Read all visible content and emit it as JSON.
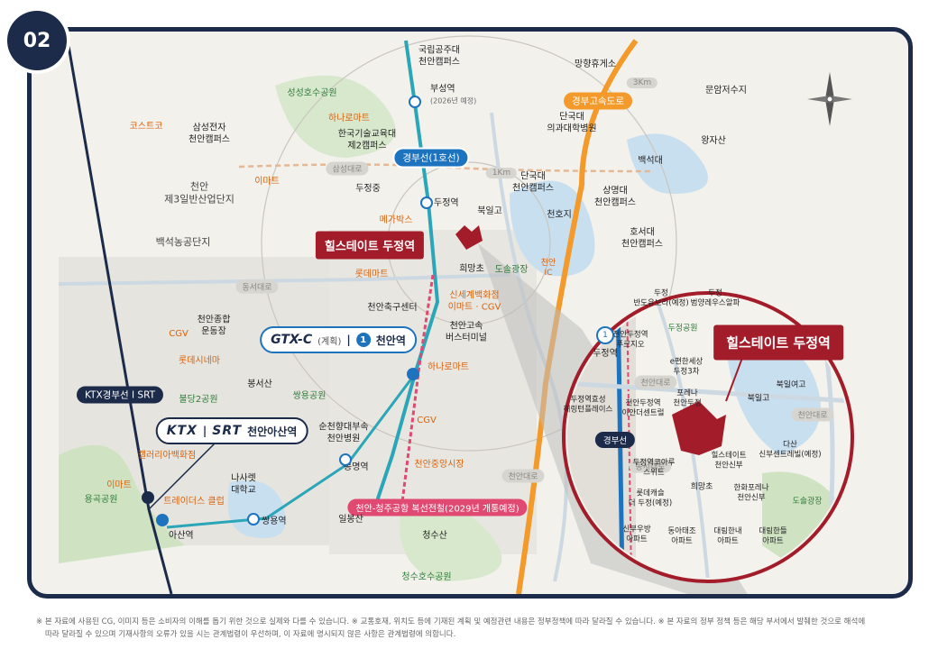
{
  "page_number": "02",
  "callouts": {
    "main": "힐스테이트 두정역",
    "inset": "힐스테이트 두정역"
  },
  "gtx": {
    "logo": "GTX-C",
    "planned": "(계획)",
    "line_num": "1",
    "station": "천안역"
  },
  "ktx": {
    "logo": "KTX",
    "srt": "SRT",
    "station": "천안아산역"
  },
  "pills": {
    "gyeongbu_line": "경부선(1호선)",
    "ktx_srt": "KTX경부선 I SRT",
    "expressway": "경부고속도로",
    "north_line": "천안-청주공항 복선전철(2029년 개통예정)",
    "inset_gyeongbu": "경부선"
  },
  "road_labels": [
    "삼성대로",
    "동서대로",
    "천안대로",
    "천안대로",
    "동서대로",
    "천안대로",
    "3Km",
    "1Km"
  ],
  "stations": {
    "buseong": "부성역",
    "buseong_note": "(2026년 예정)",
    "dujeong": "두정역",
    "bongmyeong": "봉명역",
    "ssangyong": "쌍용역",
    "asan": "아산역",
    "cheonan_ic": "천안\nIC",
    "inset_dujeong": "두정역",
    "inset_num": "1"
  },
  "places": {
    "national_univ": "국립공주대\n천안캠퍼스",
    "seongseong_park": "성성호수공원",
    "hanaro1": "하나로마트",
    "samsung": "삼성전자\n천안캠퍼스",
    "korea_tech": "한국기술교육대\n제2캠퍼스",
    "costco": "코스트코",
    "emart1": "이마트",
    "industrial": "천안\n제3일반산업단지",
    "baekseok_ind": "백석농공단지",
    "dujeong_middle": "두정중",
    "megabox": "메가박스",
    "lotte_mart": "롯데마트",
    "bukilgo": "북일고",
    "huimangcho": "희망초",
    "doseol_park": "도솔광장",
    "mangyang": "망향휴게소",
    "munam": "문암저수지",
    "wangjasan": "왕자산",
    "dankook_hospital": "단국대\n의과대학병원",
    "baekseok_univ": "백석대",
    "dankook_campus": "단국대\n천안캠퍼스",
    "sangmyung": "상명대\n천안캠퍼스",
    "cheonho": "천호지",
    "hoseo": "호서대\n천안캠퍼스",
    "shinsegae": "신세계백화점\n이마트 · CGV",
    "terminal": "천안고속\n버스터미널",
    "festival": "천안축구센터",
    "stadium": "천안종합\n운동장",
    "cgv1": "CGV",
    "lotte_cinema": "롯데시네마",
    "bultang_park": "불당2공원",
    "bongseosan": "봉서산",
    "ssangyong_park": "쌍용공원",
    "hanaro2": "하나로마트",
    "cgv2": "CGV",
    "soonchunhyang": "순천향대부속\n천안병원",
    "galleria": "갤러리아백화점",
    "emart2": "이마트",
    "yonggok": "용곡공원",
    "traders": "트레이더스 클럽",
    "nazarene": "나사렛\n대학교",
    "central_market": "천안중앙시장",
    "ilbongsan": "일봉산",
    "cheongsusan": "청수산",
    "cheongsu_park": "청수호수공원"
  },
  "inset_places": {
    "park": "두정공원",
    "bandibus": "두정\n반도유보라(예정)",
    "raemian": "두정\n범양레우스알파",
    "station_prugio": "천안두정역\n푸르지오",
    "pyeonhan": "e편한세상\n두정3차",
    "bukil_girls": "북일여고",
    "bukilgo": "북일고",
    "hyosung": "두정역효성\n해링턴플레이스",
    "idecentrum": "천안두정역\n이안더센트럴",
    "forena": "포레나\n천안두정",
    "hillstate_sinbu": "힐스테이트\n천안신부",
    "dasan": "다산\n신부센트레빌(예정)",
    "korea_sweet": "두정역코아루\n스위트",
    "lotte_castle": "롯데캐슬\n더 두정(예정)",
    "huimangcho": "희망초",
    "hanwha": "한화포레나\n천안신부",
    "sinbu_apt": "신부우방\n아파트",
    "dongai": "동아태조\n아파트",
    "daerim1": "대림한내\n아파트",
    "daerim2": "대림한들\n아파트",
    "doseol": "도솔광장"
  },
  "footnote": {
    "line1": "※ 본 자료에 사용된 CG, 이미지 등은 소비자의 이해를 돕기 위한 것으로 실제와 다를 수 있습니다. ※ 교통호재, 위치도 등에 기재된 계획 및 예정관련 내용은 정부정책에 따라 달라질 수 있습니다. ※ 본 자료의 정부 정책 등은 해당 부서에서 발췌한 것으로 해석에",
    "line2": "따라 달라질 수 있으며 기재사항의 오류가 있을 시는 관계법령이 우선하며, 이 자료에 명시되지 않은 사항은 관계법령에 의합니다."
  },
  "colors": {
    "navy": "#1c2b4a",
    "accent_red": "#a31c2a",
    "gyeongbu_blue": "#1e73be",
    "expressway_orange": "#f39a2b",
    "pink": "#e04a72"
  }
}
